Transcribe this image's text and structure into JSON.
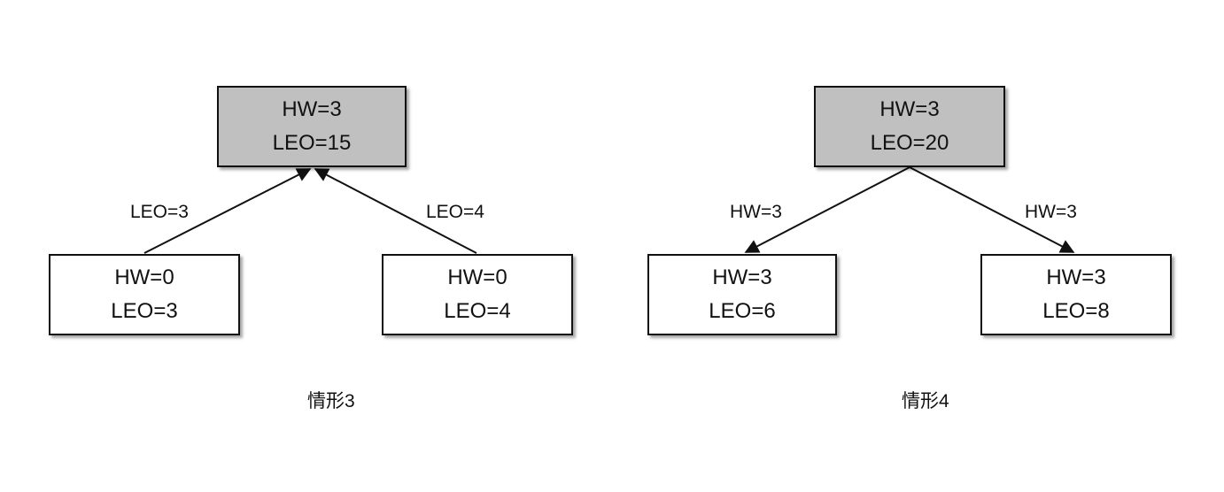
{
  "diagrams": [
    {
      "caption": "情形3",
      "leader": {
        "hw": "HW=3",
        "leo": "LEO=15"
      },
      "followers": [
        {
          "hw": "HW=0",
          "leo": "LEO=3"
        },
        {
          "hw": "HW=0",
          "leo": "LEO=4"
        }
      ],
      "edge_labels": [
        "LEO=3",
        "LEO=4"
      ]
    },
    {
      "caption": "情形4",
      "leader": {
        "hw": "HW=3",
        "leo": "LEO=20"
      },
      "followers": [
        {
          "hw": "HW=3",
          "leo": "LEO=6"
        },
        {
          "hw": "HW=3",
          "leo": "LEO=8"
        }
      ],
      "edge_labels": [
        "HW=3",
        "HW=3"
      ]
    }
  ]
}
